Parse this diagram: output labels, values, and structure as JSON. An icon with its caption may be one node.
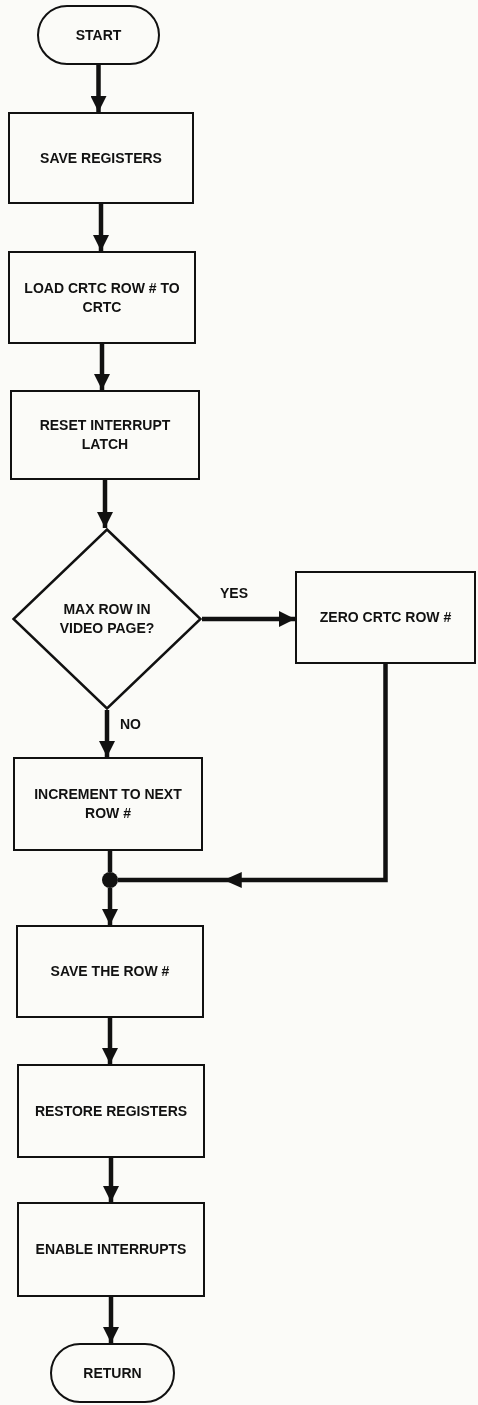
{
  "diagram": {
    "nodes": [
      {
        "text": [
          "START"
        ]
      },
      {
        "text": [
          "SAVE REGISTERS"
        ]
      },
      {
        "text": [
          "LOAD CRTC ROW # TO CRTC"
        ]
      },
      {
        "text": [
          "RESET INTERRUPT LATCH"
        ]
      },
      {
        "text": [
          "MAX ROW IN VIDEO PAGE?"
        ]
      },
      {
        "text": [
          "ZERO CRTC ROW #"
        ]
      },
      {
        "text": [
          "INCREMENT TO NEXT ROW #"
        ]
      },
      {
        "text": [],
        "shape": "circle"
      },
      {
        "text": [
          "SAVE THE ROW #"
        ]
      },
      {
        "text": [
          "RESTORE REGISTERS"
        ]
      },
      {
        "text": [
          "ENABLE INTERRUPTS"
        ]
      },
      {
        "text": [
          "RETURN"
        ]
      }
    ],
    "edges": [
      {
        "from": 0,
        "to": 1,
        "arrow": "to"
      },
      {
        "from": 1,
        "to": 2,
        "arrow": "to"
      },
      {
        "from": 2,
        "to": 3,
        "arrow": "to"
      },
      {
        "from": 3,
        "to": 4,
        "arrow": "to"
      },
      {
        "from": 4,
        "to": 5,
        "arrow": "to",
        "label": "YES"
      },
      {
        "from": 4,
        "to": 6,
        "arrow": "to",
        "label": "NO"
      },
      {
        "from": 6,
        "to": 7,
        "arrow": "none"
      },
      {
        "from": 5,
        "to": 7,
        "arrow": "to"
      },
      {
        "from": 7,
        "to": 8,
        "arrow": "to"
      },
      {
        "from": 8,
        "to": 9,
        "arrow": "to"
      },
      {
        "from": 9,
        "to": 10,
        "arrow": "to"
      },
      {
        "from": 10,
        "to": 11,
        "arrow": "to"
      }
    ]
  }
}
